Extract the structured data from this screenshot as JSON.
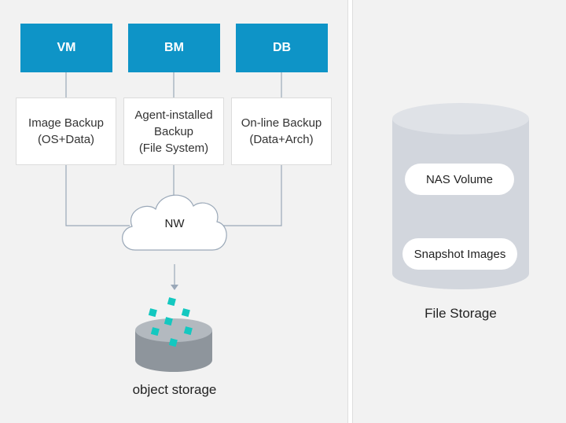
{
  "sources": [
    {
      "label": "VM"
    },
    {
      "label": "BM"
    },
    {
      "label": "DB"
    }
  ],
  "methods": [
    {
      "label": "Image Backup\n(OS+Data)"
    },
    {
      "label": "Agent-installed\nBackup\n(File System)"
    },
    {
      "label": "On-line Backup\n(Data+Arch)"
    }
  ],
  "network": {
    "label": "NW"
  },
  "object_storage": {
    "label": "object storage"
  },
  "file_storage": {
    "label": "File Storage",
    "nas_volume": "NAS Volume",
    "snapshot_images": "Snapshot Images"
  },
  "colors": {
    "accent": "#0e94c7",
    "teal_chunks": "#14c8c0",
    "panel_bg": "#f2f2f2",
    "cylinder": "#d2d6dd"
  }
}
